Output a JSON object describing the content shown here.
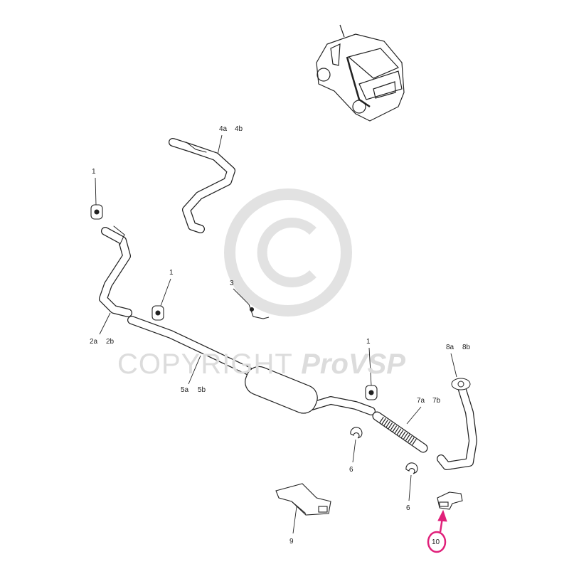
{
  "watermark": {
    "symbol": "©",
    "text": "COPYRIGHT",
    "brand": "ProVSP"
  },
  "callouts": {
    "mount_1a": "1",
    "mount_1b": "1",
    "mount_1c": "1",
    "tailpipe_4a": "4a",
    "tailpipe_4b": "4b",
    "hanger_3": "3",
    "rear_pipe_2a": "2a",
    "rear_pipe_2b": "2b",
    "silencer_5a": "5a",
    "silencer_5b": "5b",
    "flex_7a": "7a",
    "flex_7b": "7b",
    "front_pipe_8a": "8a",
    "front_pipe_8b": "8b",
    "clamp_6a": "6",
    "clamp_6b": "6",
    "bracket_9": "9",
    "bracket_10": "10"
  },
  "colors": {
    "highlight": "#e0207a",
    "line": "#222222",
    "watermark": "#dcdcdc"
  }
}
